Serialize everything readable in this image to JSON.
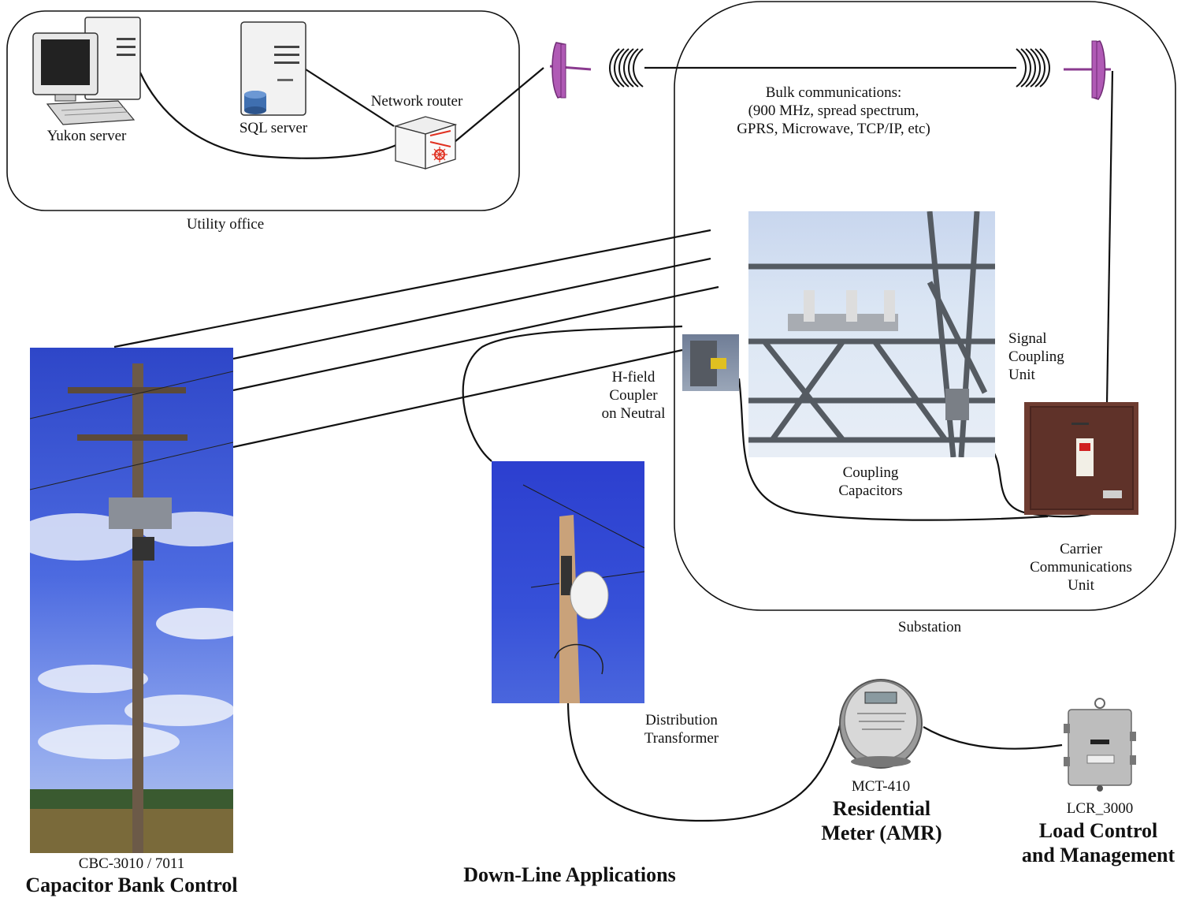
{
  "utility_office": {
    "label": "Utility office",
    "yukon_server": "Yukon server",
    "sql_server": "SQL server",
    "network_router": "Network router"
  },
  "bulk_comms": {
    "line1": "Bulk communications:",
    "line2": "(900 MHz, spread spectrum,",
    "line3": "GPRS, Microwave, TCP/IP, etc)"
  },
  "substation": {
    "label": "Substation",
    "signal_coupling": [
      "Signal",
      "Coupling",
      "Unit"
    ],
    "h_field": [
      "H-field",
      "Coupler",
      "on Neutral"
    ],
    "coupling_caps": [
      "Coupling",
      "Capacitors"
    ],
    "carrier_comms": [
      "Carrier",
      "Communications",
      "Unit"
    ]
  },
  "capacitor_bank": {
    "model": "CBC-3010 / 7011",
    "title": "Capacitor Bank Control"
  },
  "distribution_transformer": [
    "Distribution",
    "Transformer"
  ],
  "residential_meter": {
    "model": "MCT-410",
    "title_line1": "Residential",
    "title_line2": "Meter (AMR)"
  },
  "load_control": {
    "model": "LCR_3000",
    "title_line1": "Load Control",
    "title_line2": "and Management"
  },
  "footer_title": "Down-Line Applications",
  "colors": {
    "antenna": "#b05ab5",
    "sky": "#3b55d6",
    "carrier_unit": "#6b3a30",
    "router_accent": "#e03020"
  }
}
